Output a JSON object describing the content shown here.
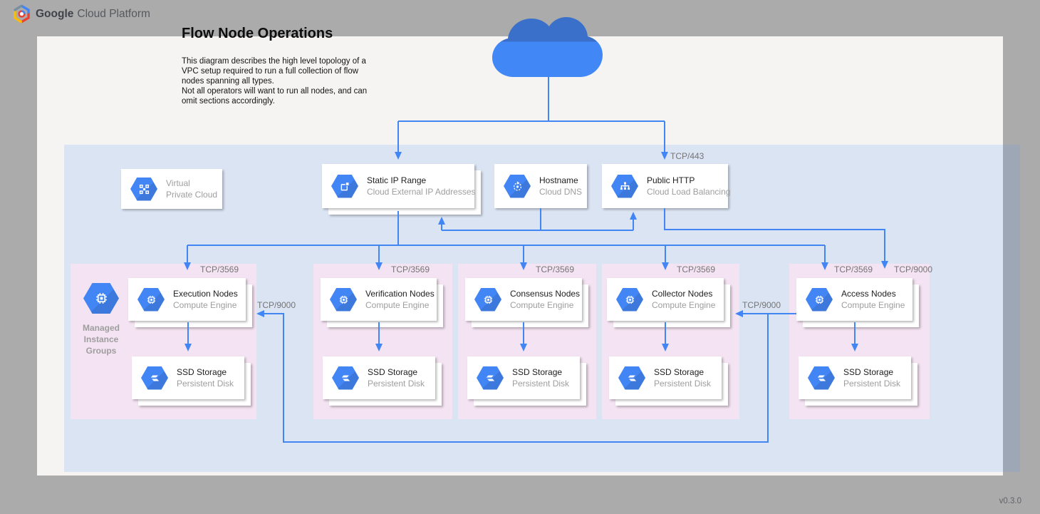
{
  "header": {
    "brand_bold": "Google",
    "brand_rest": "Cloud Platform"
  },
  "page": {
    "title": "Flow Node Operations",
    "description": "This diagram describes the high level topology of a\nVPC setup required to run a full collection of flow\nnodes spanning all types.\nNot all operators will want to run all nodes, and can\nomit sections accordingly.",
    "version": "v0.3.0"
  },
  "cards": {
    "vpc": {
      "title": "Virtual",
      "subtitle": "Private Cloud"
    },
    "static_ip": {
      "title": "Static IP Range",
      "subtitle": "Cloud External IP Addresses"
    },
    "hostname": {
      "title": "Hostname",
      "subtitle": "Cloud DNS"
    },
    "public_http": {
      "title": "Public HTTP",
      "subtitle": "Cloud Load Balancing"
    }
  },
  "mig": {
    "label": "Managed Instance Groups"
  },
  "ports": {
    "https": "TCP/443",
    "flow": "TCP/3569",
    "collection": "TCP/9000"
  },
  "groups": [
    {
      "id": "execution",
      "node_title": "Execution Nodes",
      "node_subtitle": "Compute Engine",
      "storage_title": "SSD Storage",
      "storage_subtitle": "Persistent Disk"
    },
    {
      "id": "verification",
      "node_title": "Verification Nodes",
      "node_subtitle": "Compute Engine",
      "storage_title": "SSD Storage",
      "storage_subtitle": "Persistent Disk"
    },
    {
      "id": "consensus",
      "node_title": "Consensus Nodes",
      "node_subtitle": "Compute Engine",
      "storage_title": "SSD Storage",
      "storage_subtitle": "Persistent Disk"
    },
    {
      "id": "collector",
      "node_title": "Collector Nodes",
      "node_subtitle": "Compute Engine",
      "storage_title": "SSD Storage",
      "storage_subtitle": "Persistent Disk"
    },
    {
      "id": "access",
      "node_title": "Access Nodes",
      "node_subtitle": "Compute Engine",
      "storage_title": "SSD Storage",
      "storage_subtitle": "Persistent Disk"
    }
  ],
  "colors": {
    "accent_blue": "#4285f4",
    "cloud_dark": "#3a70c9",
    "group_pink": "#f4e3f2",
    "background_gray": "#ababab",
    "canvas": "#f5f4f3",
    "subtitle_gray": "#9e9e9e"
  },
  "icons": {
    "gcp-logo": "hexagon-ring multicolor",
    "cloud-icon": "blue cloud",
    "vpc-icon": "squares grid hexagon",
    "external-ip-icon": "square with corner box",
    "cloud-dns-icon": "dashed circle arrow",
    "load-balancer-icon": "fan-out tree",
    "compute-engine-icon": "cpu chip",
    "persistent-disk-icon": "disk beams",
    "managed-instance-groups-icon": "cpu chip"
  }
}
